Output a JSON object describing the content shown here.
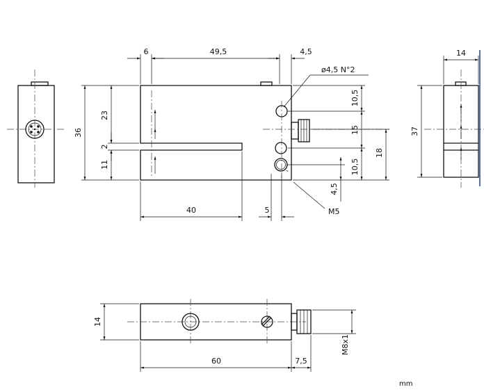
{
  "unit_label": "mm",
  "dimensions": {
    "top_left_gap": "6",
    "top_width": "49,5",
    "top_right": "4,5",
    "hole_note": "ø4,5 N°2",
    "height_total": "36",
    "upper_arm": "23",
    "slot_width": "2",
    "lower_arm": "11",
    "slot_depth": "40",
    "hole_to_edge": "5",
    "right_upper": "10,5",
    "right_middle": "15",
    "right_lower": "10,5",
    "right_offset": "18",
    "right_bottom": "4,5",
    "thread_note": "M5",
    "side_width": "14",
    "side_height": "37",
    "bottom_height": "14",
    "bottom_length": "60",
    "connector_length": "7,5",
    "connector_thread": "M8x1"
  },
  "colors": {
    "line": "#111111",
    "accent_line": "#2c4f9a"
  }
}
